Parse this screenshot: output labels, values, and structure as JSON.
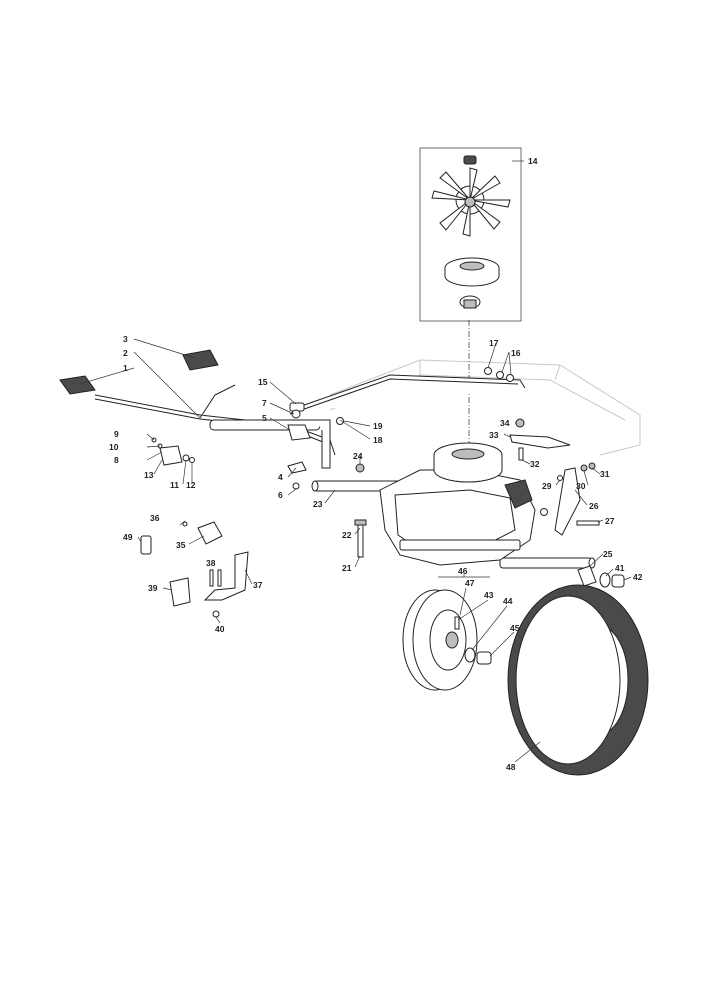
{
  "diagram": {
    "callouts": [
      "1",
      "2",
      "3",
      "4",
      "5",
      "6",
      "7",
      "8",
      "9",
      "10",
      "11",
      "12",
      "13",
      "14",
      "15",
      "16",
      "17",
      "18",
      "19",
      "21",
      "22",
      "23",
      "24",
      "25",
      "26",
      "27",
      "29",
      "30",
      "31",
      "32",
      "33",
      "34",
      "35",
      "36",
      "37",
      "38",
      "39",
      "40",
      "41",
      "42",
      "43",
      "44",
      "45",
      "46",
      "47",
      "48",
      "49"
    ]
  }
}
